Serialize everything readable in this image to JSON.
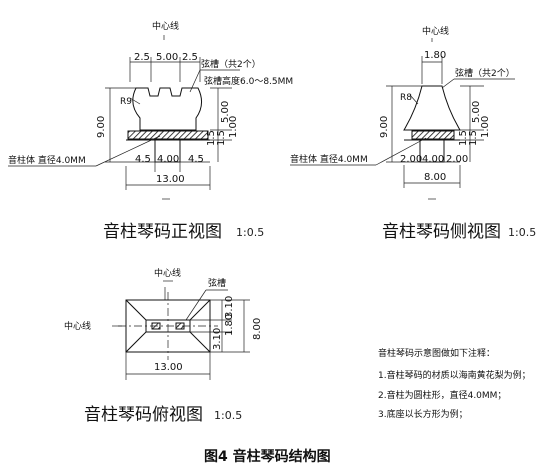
{
  "front": {
    "center_label": "中心线",
    "dims_top": [
      "2.5",
      "5.00",
      "2.5"
    ],
    "groove_note": "弦槽（共2个）",
    "groove_depth": "弦槽高度6.0～8.5MM",
    "radius": "R9",
    "height": "9.00",
    "right_dims": [
      "5.00",
      "1.5",
      "1.5",
      "1.00"
    ],
    "post_label": "音柱体 直径4.0MM",
    "dims_bottom": [
      "4.5",
      "4.00",
      "4.5"
    ],
    "total_width": "13.00",
    "title": "音柱琴码正视图",
    "scale": "1:0.5"
  },
  "side": {
    "center_label": "中心线",
    "top_dim": "1.80",
    "groove_note": "弦槽（共2个）",
    "radius": "R8",
    "height": "9.00",
    "right_dims": [
      "5.00",
      "1.5",
      "1.5",
      "1.00"
    ],
    "post_label": "音柱体 直径4.0MM",
    "dims_bottom": [
      "2.00",
      "4.00",
      "2.00"
    ],
    "total_width": "8.00",
    "title": "音柱琴码侧视图",
    "scale": "1:0.5"
  },
  "top": {
    "center_label_top": "中心线",
    "groove_label": "弦槽",
    "center_label_left": "中心线",
    "right_dims": [
      "3.10",
      "1.80",
      "3.10"
    ],
    "total_height": "8.00",
    "total_width": "13.00",
    "title": "音柱琴码俯视图",
    "scale": "1:0.5"
  },
  "notes": {
    "heading": "音柱琴码示意图做如下注释：",
    "items": [
      "1.音柱琴码的材质以海南黄花梨为例；",
      "2.音柱为圆柱形，直径4.0MM；",
      "3.底座以长方形为例；"
    ]
  },
  "caption": "图4 音柱琴码结构图"
}
